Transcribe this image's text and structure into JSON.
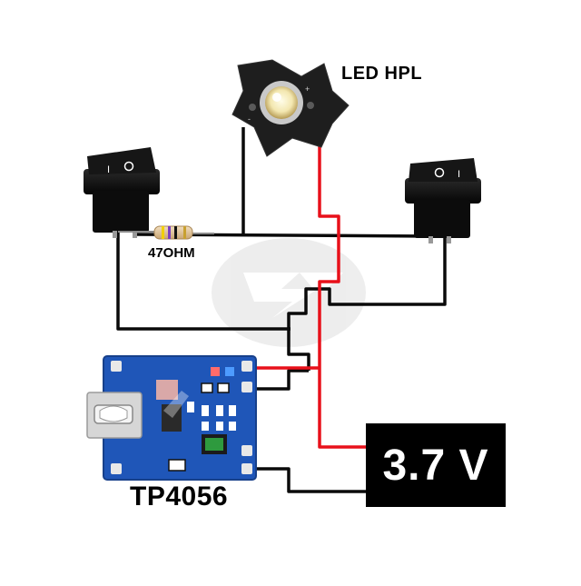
{
  "labels": {
    "led": "LED HPL",
    "resistor": "47OHM",
    "battery": "3.7 V",
    "module": "TP4056"
  },
  "colors": {
    "positive_wire": "#e8101a",
    "negative_wire": "#0a0a0a",
    "pcb_blue": "#1f56b8",
    "led_board": "#1e1e1e",
    "switch_body": "#111111",
    "battery_fill": "#000000"
  },
  "icons": [
    "led-star-board",
    "rocker-switch",
    "resistor",
    "tp4056-board",
    "micro-usb-port",
    "watermark-logo"
  ]
}
